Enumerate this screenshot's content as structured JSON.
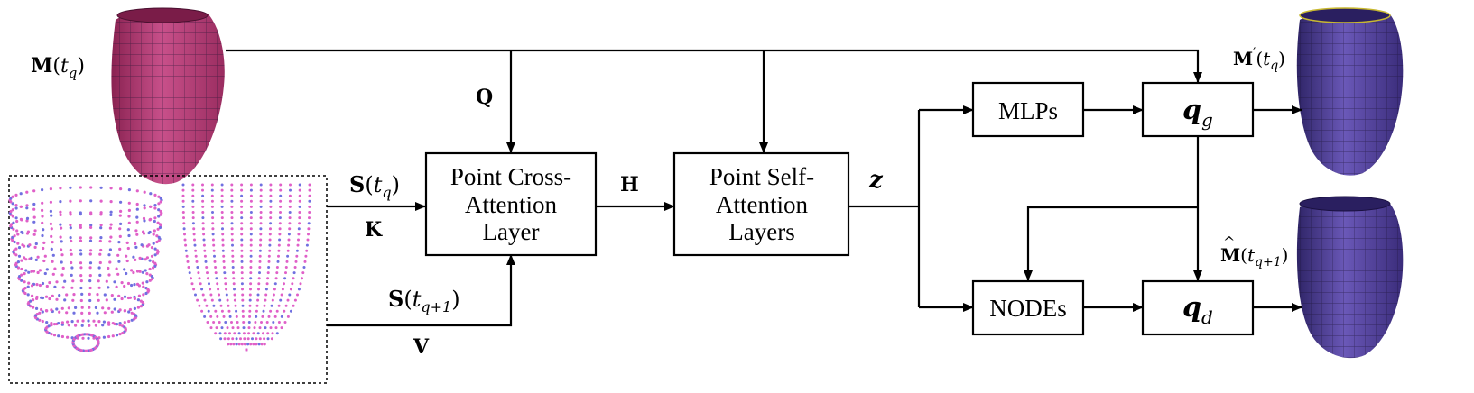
{
  "blocks": {
    "cross_attention": [
      "Point Cross-",
      "Attention",
      "Layer"
    ],
    "self_attention": [
      "Point Self-",
      "Attention",
      "Layers"
    ],
    "mlps": "MLPs",
    "nodes": "NODEs"
  },
  "labels": {
    "input_mesh": {
      "main": "M",
      "open": "(",
      "var": "t",
      "sub": "q",
      "close": ")"
    },
    "query": "Q",
    "key": "K",
    "value": "V",
    "hidden": "H",
    "latent": "z",
    "s_tq": {
      "main": "S",
      "open": "(",
      "var": "t",
      "sub": "q",
      "close": ")"
    },
    "s_tq1": {
      "main": "S",
      "open": "(",
      "var": "t",
      "sub": "q+1",
      "close": ")"
    },
    "q_g": {
      "main": "q",
      "sub": "g"
    },
    "q_d": {
      "main": "q",
      "sub": "d"
    },
    "output_recon": {
      "main": "M",
      "sup": "′",
      "open": "(",
      "var": "t",
      "sub": "q",
      "close": ")"
    },
    "output_pred": {
      "main": "M",
      "hat": "^",
      "open": "(",
      "var": "t",
      "sub": "q+1",
      "close": ")"
    }
  },
  "colors": {
    "input_mesh": "#b03a6e",
    "output_mesh": "#4b3a8c",
    "point_pink": "#e060c8",
    "point_blue": "#7070e0"
  }
}
